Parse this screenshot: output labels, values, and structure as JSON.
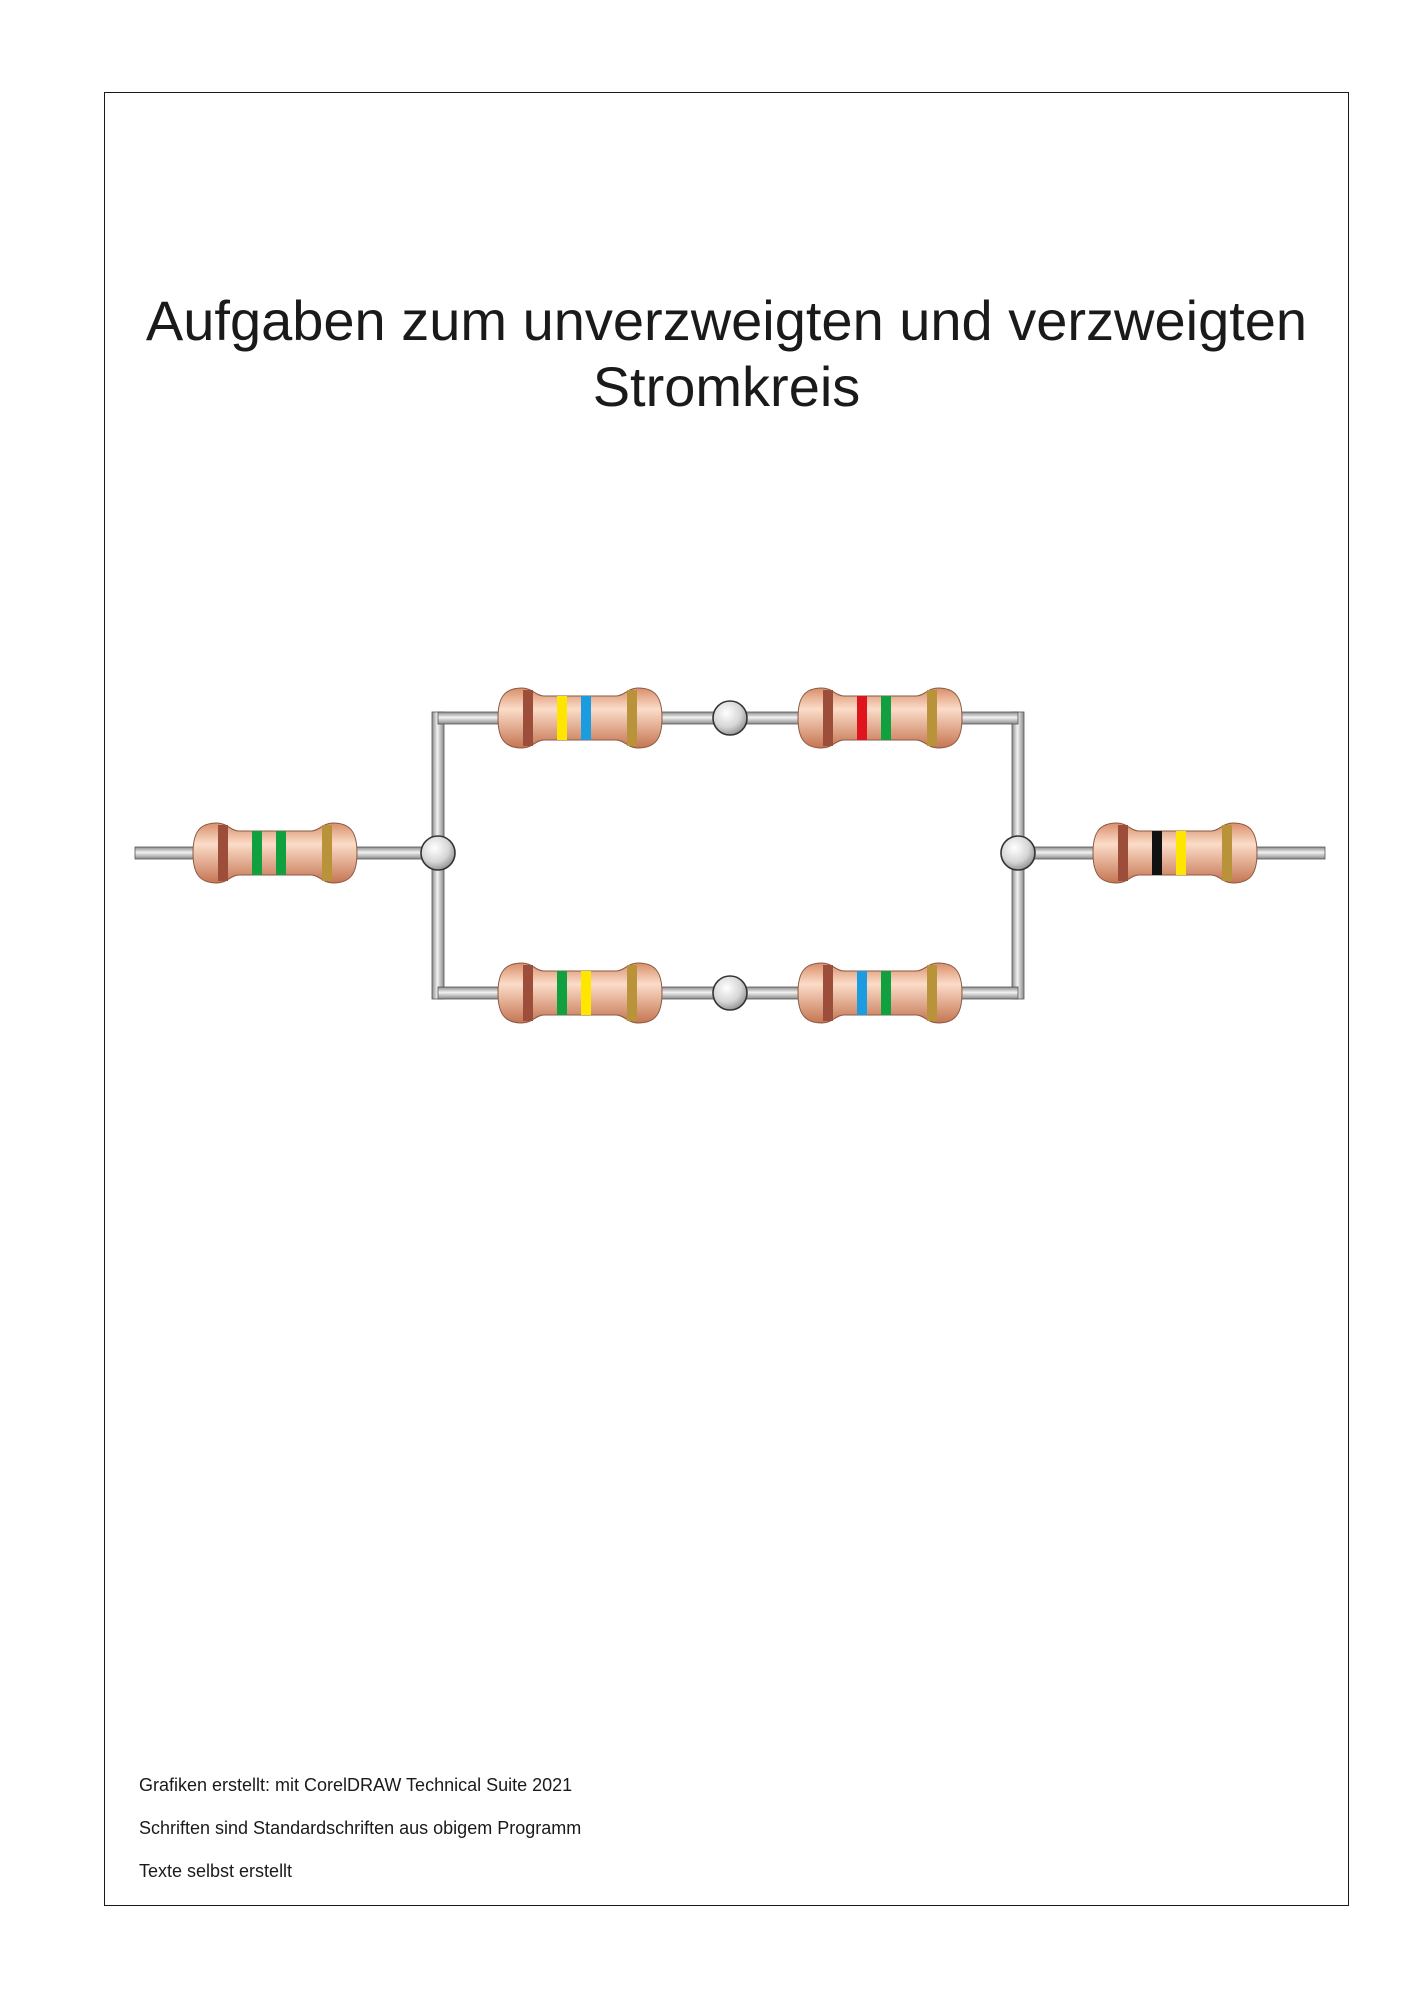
{
  "title": {
    "line1": "Aufgaben zum unverzweigten und verzweigten",
    "line2": "Stromkreis"
  },
  "colors": {
    "frame": "#1a1a1a",
    "wire": "#c8c8c8",
    "resistor_body": "#f0b998",
    "band_brown": "#9c4e3a",
    "band_green": "#10a040",
    "band_yellow": "#ffe600",
    "band_blue": "#1b9be0",
    "band_red": "#e0141c",
    "band_black": "#111111",
    "band_gold": "#b8933a"
  },
  "circuit": {
    "resistors": [
      {
        "id": "r1",
        "bands": [
          "brown",
          "green",
          "green",
          "gold"
        ]
      },
      {
        "id": "r2",
        "bands": [
          "brown",
          "yellow",
          "blue",
          "gold"
        ]
      },
      {
        "id": "r3",
        "bands": [
          "brown",
          "red",
          "green",
          "gold"
        ]
      },
      {
        "id": "r4",
        "bands": [
          "brown",
          "green",
          "yellow",
          "gold"
        ]
      },
      {
        "id": "r5",
        "bands": [
          "brown",
          "blue",
          "green",
          "gold"
        ]
      },
      {
        "id": "r6",
        "bands": [
          "brown",
          "black",
          "yellow",
          "gold"
        ]
      }
    ]
  },
  "credits": {
    "line1": "Grafiken erstellt: mit CorelDRAW Technical Suite 2021",
    "line2": "Schriften sind Standardschriften aus obigem Programm",
    "line3": "Texte selbst erstellt"
  }
}
